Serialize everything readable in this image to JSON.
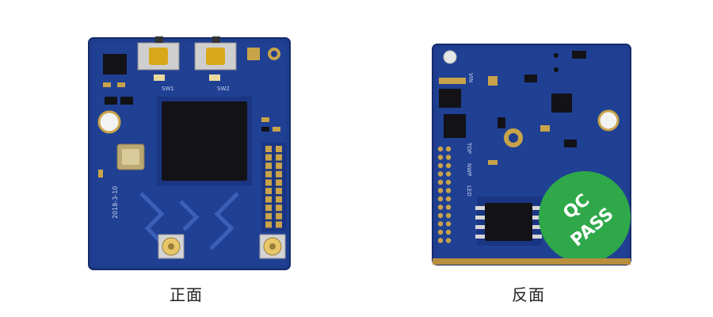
{
  "captions": {
    "front": "正面",
    "back": "反面"
  },
  "front_board": {
    "silkscreen_date": "2018-3-10",
    "switch_labels": [
      "SW1",
      "SW2"
    ]
  },
  "back_board": {
    "edge_labels": [
      "TOP",
      "NWP",
      "LED"
    ],
    "pin_label": "VIN",
    "sticker_line1": "QC",
    "sticker_line2": "PASS"
  },
  "colors": {
    "pcb_blue": "#1f3d8f",
    "pcb_dark": "#16307a",
    "chip_black": "#121217",
    "sticker_green": "#2fa84a",
    "pad_gold": "#c9a34a"
  }
}
